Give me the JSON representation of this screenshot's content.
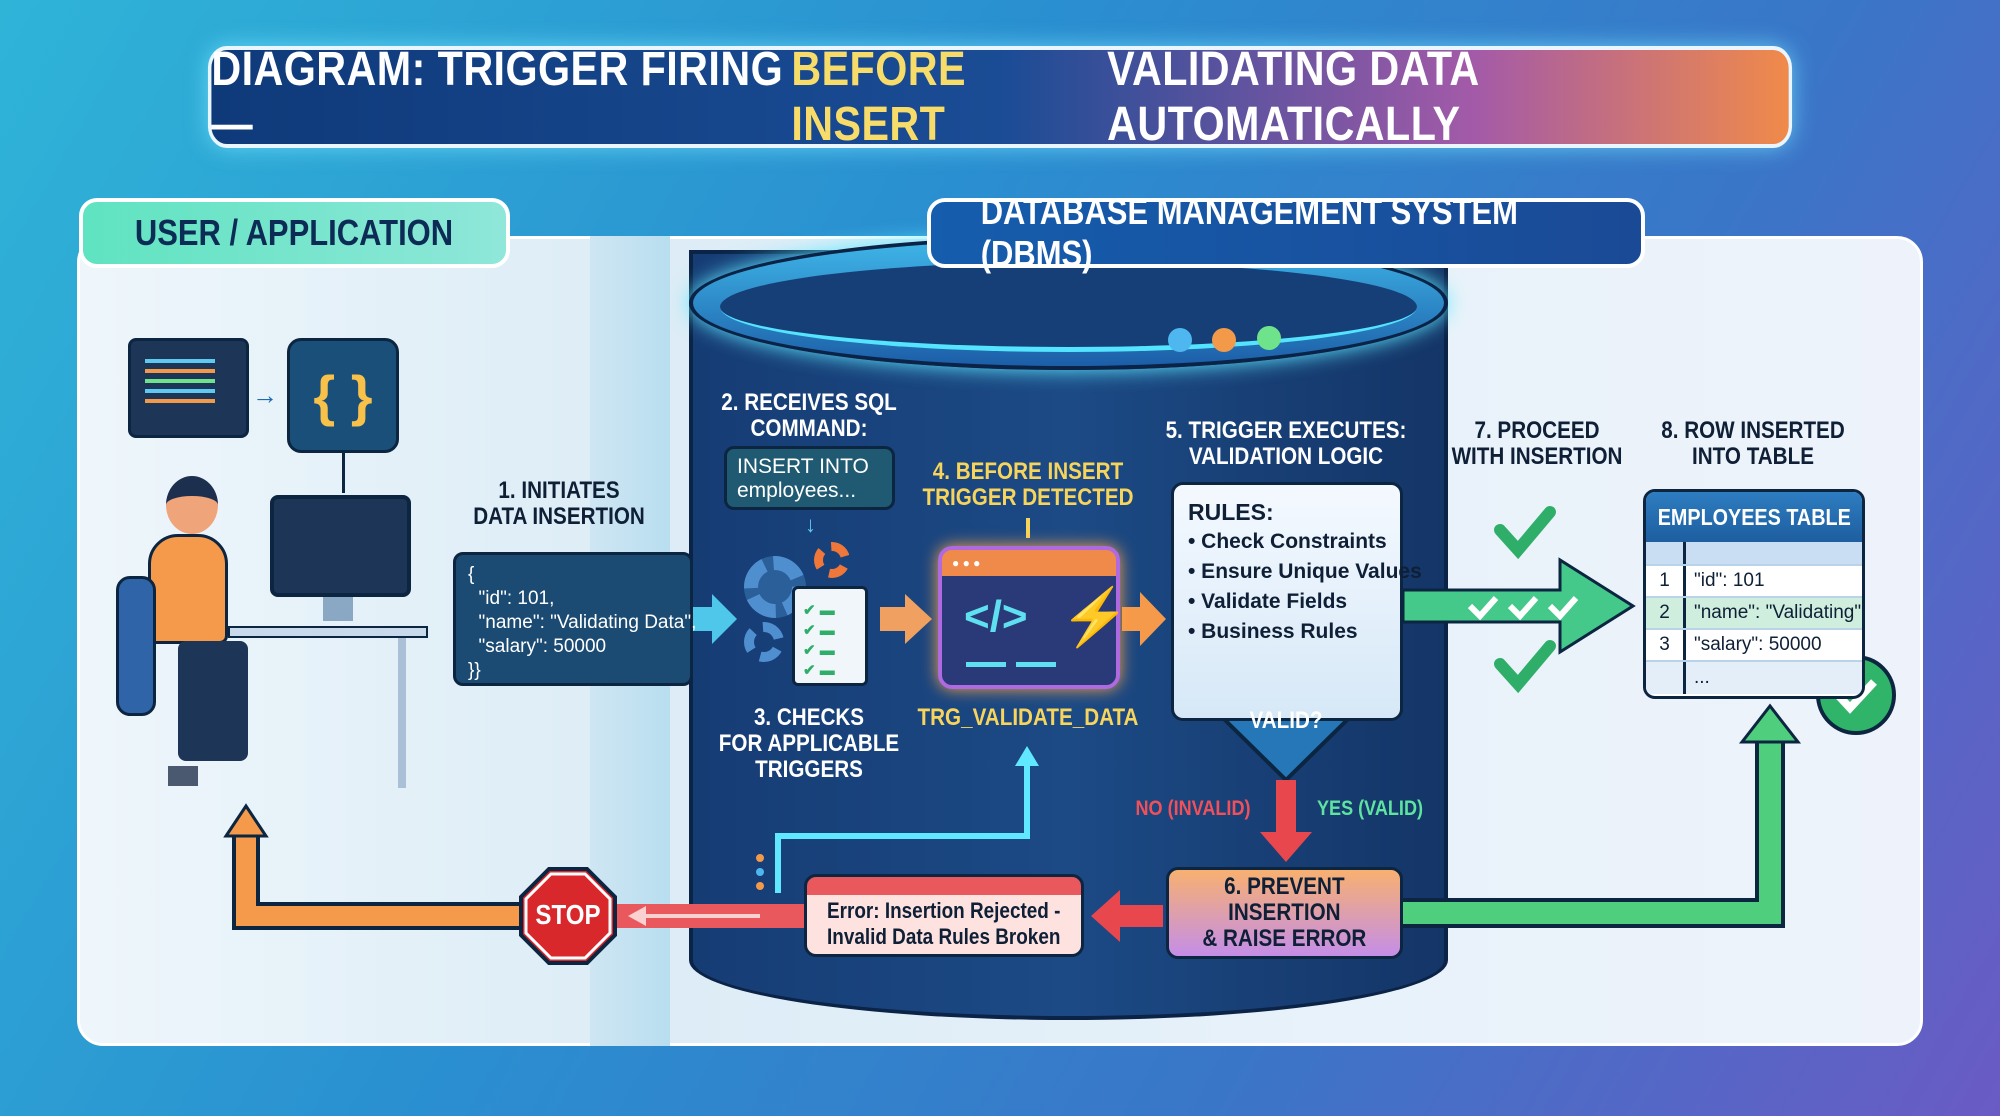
{
  "title": {
    "prefix": "DIAGRAM: TRIGGER FIRING — ",
    "highlight": "BEFORE INSERT",
    "suffix": " VALIDATING DATA AUTOMATICALLY"
  },
  "sections": {
    "user": "USER / APPLICATION",
    "dbms": "DATABASE MANAGEMENT SYSTEM (DBMS)"
  },
  "steps": {
    "s1": [
      "1. INITIATES",
      "DATA INSERTION"
    ],
    "s2": [
      "2. RECEIVES SQL",
      "COMMAND:"
    ],
    "s3": [
      "3. CHECKS",
      "FOR APPLICABLE",
      "TRIGGERS"
    ],
    "s4": [
      "4. BEFORE INSERT",
      "TRIGGER DETECTED"
    ],
    "s5": [
      "5. TRIGGER EXECUTES:",
      "VALIDATION LOGIC"
    ],
    "s6": [
      "6. PREVENT",
      "INSERTION",
      "& RAISE ERROR"
    ],
    "s7": [
      "7. PROCEED",
      "WITH INSERTION"
    ],
    "s8": [
      "8. ROW INSERTED",
      "INTO TABLE"
    ]
  },
  "json_payload": [
    "{",
    "  \"id\": 101,",
    "  \"name\": \"Validating Data\",",
    "  \"salary\": 50000",
    "}}"
  ],
  "sql_command": [
    "INSERT INTO",
    "employees..."
  ],
  "trigger_name": "TRG_VALIDATE_DATA",
  "rules": {
    "heading": "RULES:",
    "items": [
      "• Check Constraints",
      "• Ensure Unique Values",
      "• Validate Fields",
      "• Business Rules"
    ]
  },
  "decision": "VALID?",
  "branches": {
    "no": "NO (INVALID)",
    "yes": "YES (VALID)"
  },
  "error_message": [
    "Error: Insertion Rejected -",
    "Invalid Data Rules Broken"
  ],
  "stop_sign": "STOP",
  "table": {
    "title": "EMPLOYEES TABLE",
    "rows": [
      {
        "n": "1",
        "v": "\"id\": 101"
      },
      {
        "n": "2",
        "v": "\"name\": \"Validating\""
      },
      {
        "n": "3",
        "v": "\"salary\": 50000"
      },
      {
        "n": "",
        "v": "..."
      }
    ]
  },
  "colors": {
    "accent_yellow": "#f7d45c",
    "error_red": "#e84a4f",
    "success_green": "#3fc27a",
    "dbms_blue": "#163c74"
  }
}
